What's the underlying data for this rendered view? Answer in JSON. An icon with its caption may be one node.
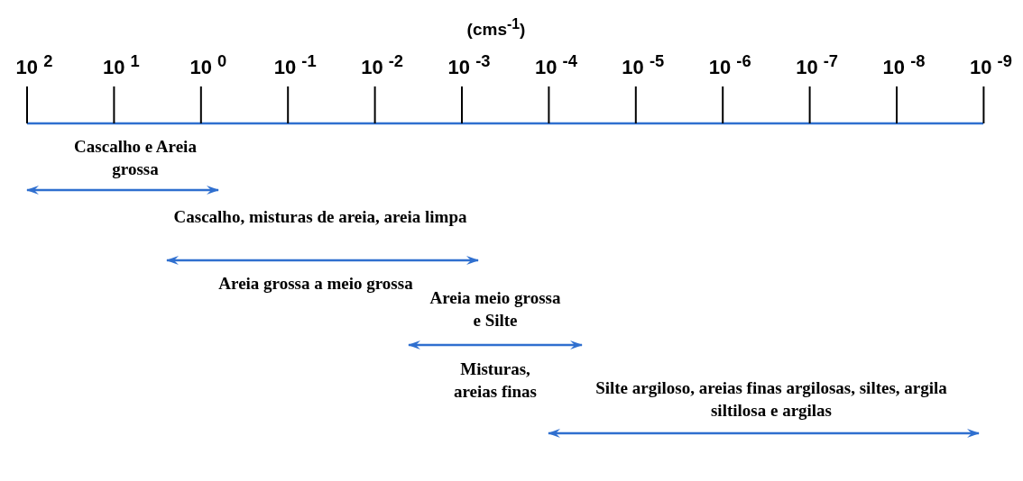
{
  "diagram": {
    "labels": [
      "(cms$^{-1}$)",
      "10 $^{2}$",
      "10 $^{1}$",
      "10 $^{0}$",
      "10 $^{-1}$",
      "10 $^{-2}$",
      "10 $^{-3}$",
      "10 $^{-4}$",
      "10 $^{-5}$",
      "10 $^{-6}$",
      "10 $^{-7}$",
      "10 $^{-8}$",
      "10 $^{-9}$",
      "Cascalho e Areia grossa",
      "Cascalho, misturas de areia, areia limpa",
      "Areia grossa a meio grossa",
      "Areia meio grossa e Silte",
      "Misturas, areias finas",
      "Silte argiloso, areias finas argilosas, siltes, argila siltilosa e argilas"
    ]
  }
}
